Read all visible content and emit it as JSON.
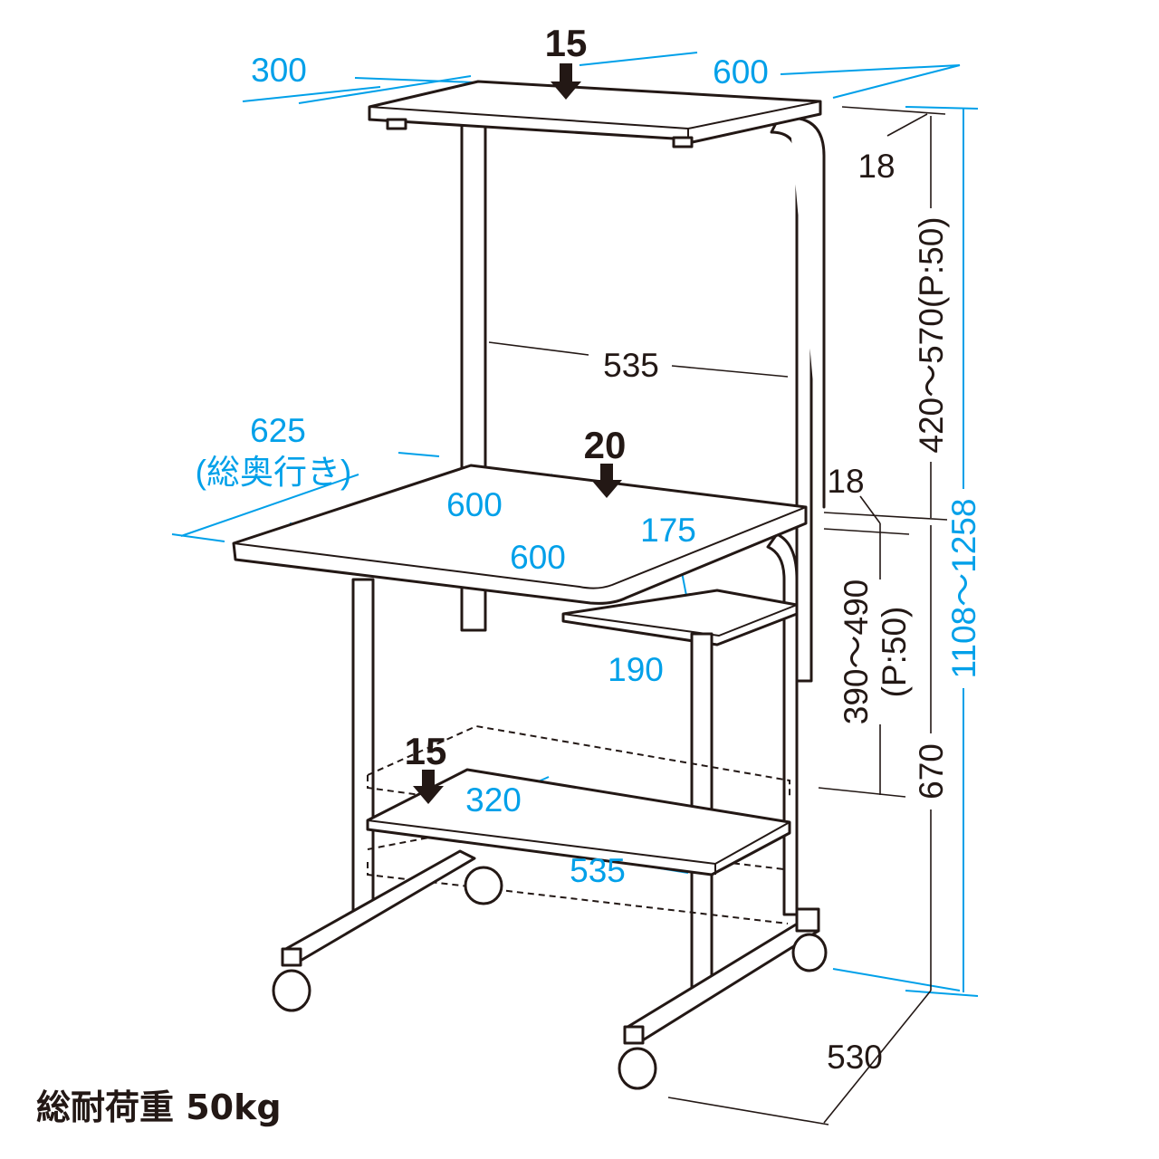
{
  "colors": {
    "line": "#231815",
    "dimension": "#00a0e9",
    "background": "#ffffff"
  },
  "loads": {
    "top_shelf": "15",
    "desk": "20",
    "bottom_shelf": "15"
  },
  "dimensions": {
    "top_depth": "300",
    "top_width": "600",
    "top_thickness": "18",
    "top_height_range": "420～570(P:50)",
    "inner_width": "535",
    "total_depth": "625",
    "total_depth_note": "(総奥行き)",
    "desk_depth": "600",
    "desk_width": "600",
    "desk_thickness": "18",
    "slide_width": "175",
    "slide_depth": "190",
    "shelf_height_range": "390～490",
    "shelf_pitch": "(P:50)",
    "desk_height": "670",
    "total_height_range": "1108～1258",
    "bottom_depth": "320",
    "bottom_width": "535",
    "base_depth": "530"
  },
  "total_load": "総耐荷重 50kg"
}
